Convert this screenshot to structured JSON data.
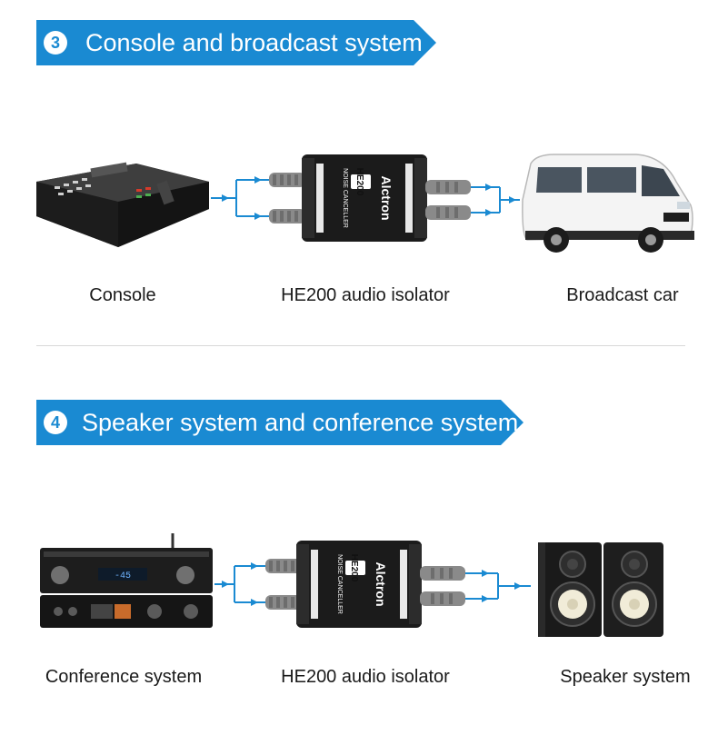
{
  "colors": {
    "banner": "#1a8ad2",
    "connector": "#1a8ad2",
    "device_body": "#1b1b1b",
    "caption_text": "#1a1a1a"
  },
  "section3": {
    "number": "3",
    "title": "Console and broadcast system",
    "device_label": {
      "brand": "Alctron",
      "model": "HE200",
      "subtitle": "NOISE CANCELLER"
    },
    "captions": {
      "source": "Console",
      "isolator": "HE200 audio isolator",
      "destination": "Broadcast car"
    },
    "source_icon": "broadcast-console-icon",
    "destination_icon": "broadcast-van-icon"
  },
  "section4": {
    "number": "4",
    "title": "Speaker system and conference system",
    "device_label": {
      "brand": "Alctron",
      "model": "HE200",
      "subtitle": "NOISE CANCELLER"
    },
    "captions": {
      "source": "Conference system",
      "isolator": "HE200 audio isolator",
      "destination": "Speaker system"
    },
    "amp_display": "-45",
    "source_icon": "conference-rack-icon",
    "destination_icon": "studio-monitors-icon"
  }
}
